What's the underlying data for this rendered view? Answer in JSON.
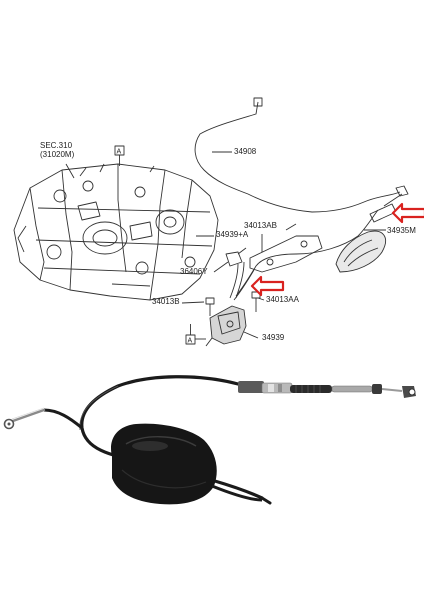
{
  "diagram": {
    "section_ref": {
      "line1": "SEC.310",
      "line2": "(31020M)"
    },
    "view_markers": [
      "A",
      "A"
    ],
    "part_labels": {
      "p34908": "34908",
      "p34013AB": "34013AB",
      "p34939A": "34939+A",
      "p34935M": "34935M",
      "p36406Y": "36406Y",
      "p34013B": "34013B",
      "p34013AA": "34013AA",
      "p34939": "34939"
    },
    "colors": {
      "line_art": "#333333",
      "highlight_arrow": "#d9221f",
      "cable_photo": "#1b1b1b",
      "metal": "#b9b9b9"
    },
    "icons": [
      "red-outline-arrow-icon",
      "red-outline-arrow-icon"
    ]
  }
}
